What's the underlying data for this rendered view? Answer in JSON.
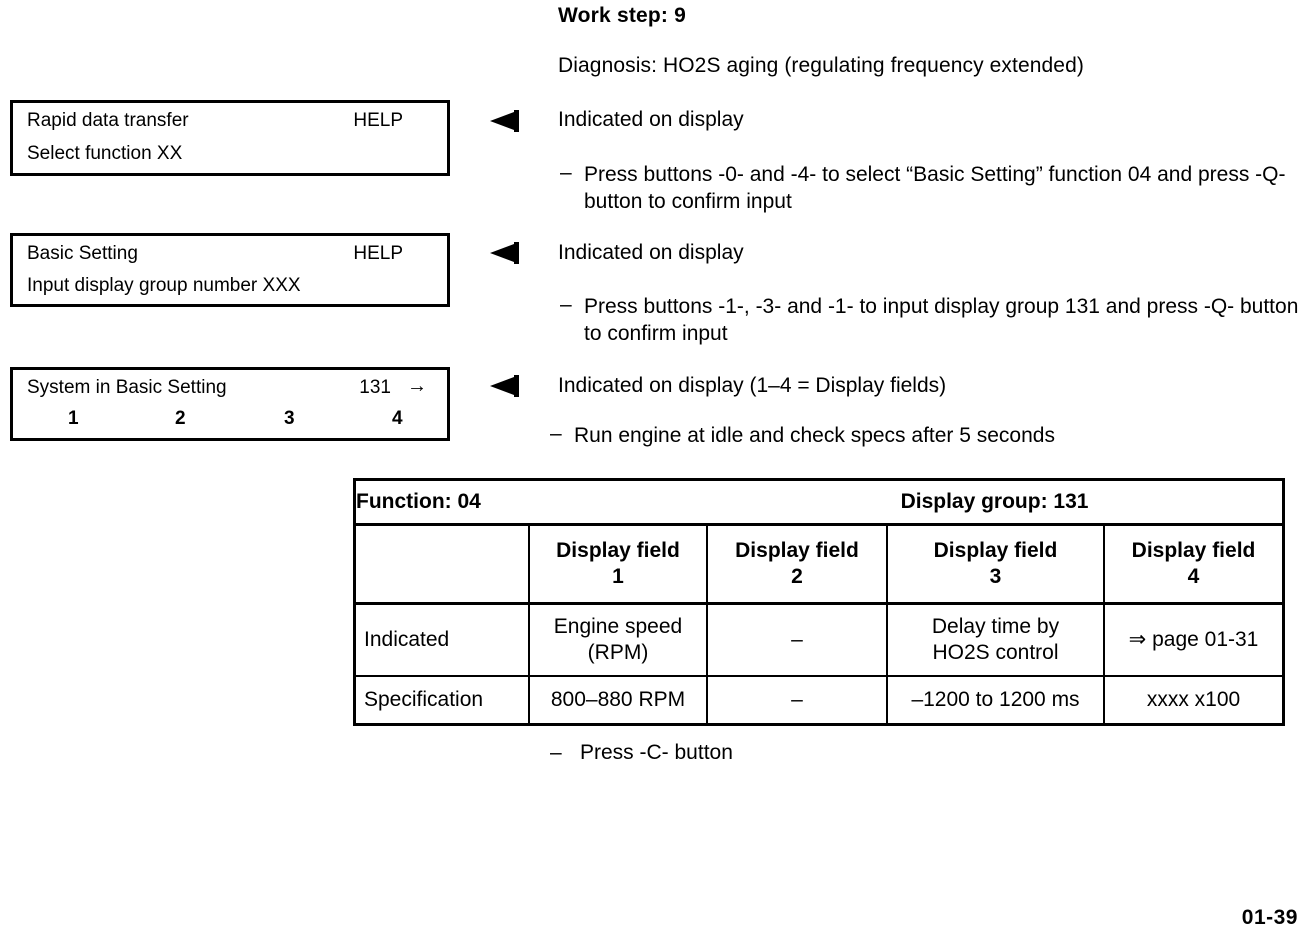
{
  "header": {
    "work_step": "Work step: 9",
    "diagnosis": "Diagnosis: HO2S aging (regulating frequency extended)"
  },
  "displays": [
    {
      "title": "Rapid data transfer",
      "help": "HELP",
      "subtitle": "Select function XX",
      "pointer_icon": "left-triangle-marker"
    },
    {
      "title": "Basic Setting",
      "help": "HELP",
      "subtitle": "Input display group number XXX",
      "pointer_icon": "left-triangle-marker"
    },
    {
      "title": "System in Basic Setting",
      "group": "131",
      "arrow": "→",
      "fields": [
        "1",
        "2",
        "3",
        "4"
      ],
      "pointer_icon": "left-triangle-marker"
    }
  ],
  "steps": [
    {
      "indicated": "Indicated on display",
      "dash": "–",
      "instruction": "Press buttons -0- and -4- to select “Basic Setting” function 04 and press -Q- button to confirm input"
    },
    {
      "indicated": "Indicated on display",
      "dash": "–",
      "instruction": "Press buttons -1-, -3- and -1- to input display group 131 and press -Q- button to confirm input"
    },
    {
      "indicated": "Indicated on display (1–4 = Display fields)",
      "dash": "–",
      "instruction": "Run engine at idle and check specs after 5 seconds"
    }
  ],
  "table": {
    "function": "Function: 04",
    "display_group": "Display group: 131",
    "column_headers": [
      "",
      "Display field\n1",
      "Display field\n2",
      "Display field\n3",
      "Display field\n4"
    ],
    "field_headers": [
      {
        "line1": "Display field",
        "line2": "1"
      },
      {
        "line1": "Display field",
        "line2": "2"
      },
      {
        "line1": "Display field",
        "line2": "3"
      },
      {
        "line1": "Display field",
        "line2": "4"
      }
    ],
    "rows": [
      {
        "label": "Indicated",
        "f1_line1": "Engine speed",
        "f1_line2": "(RPM)",
        "f2": "–",
        "f3_line1": "Delay time by",
        "f3_line2": "HO2S control",
        "f4": "⇒ page 01-31"
      },
      {
        "label": "Specification",
        "f1": "800–880 RPM",
        "f2": "–",
        "f3": "–1200 to 1200 ms",
        "f4": "xxxx x100"
      }
    ]
  },
  "footer": {
    "dash": "–",
    "instruction": "Press -C- button",
    "page_number": "01-39"
  }
}
